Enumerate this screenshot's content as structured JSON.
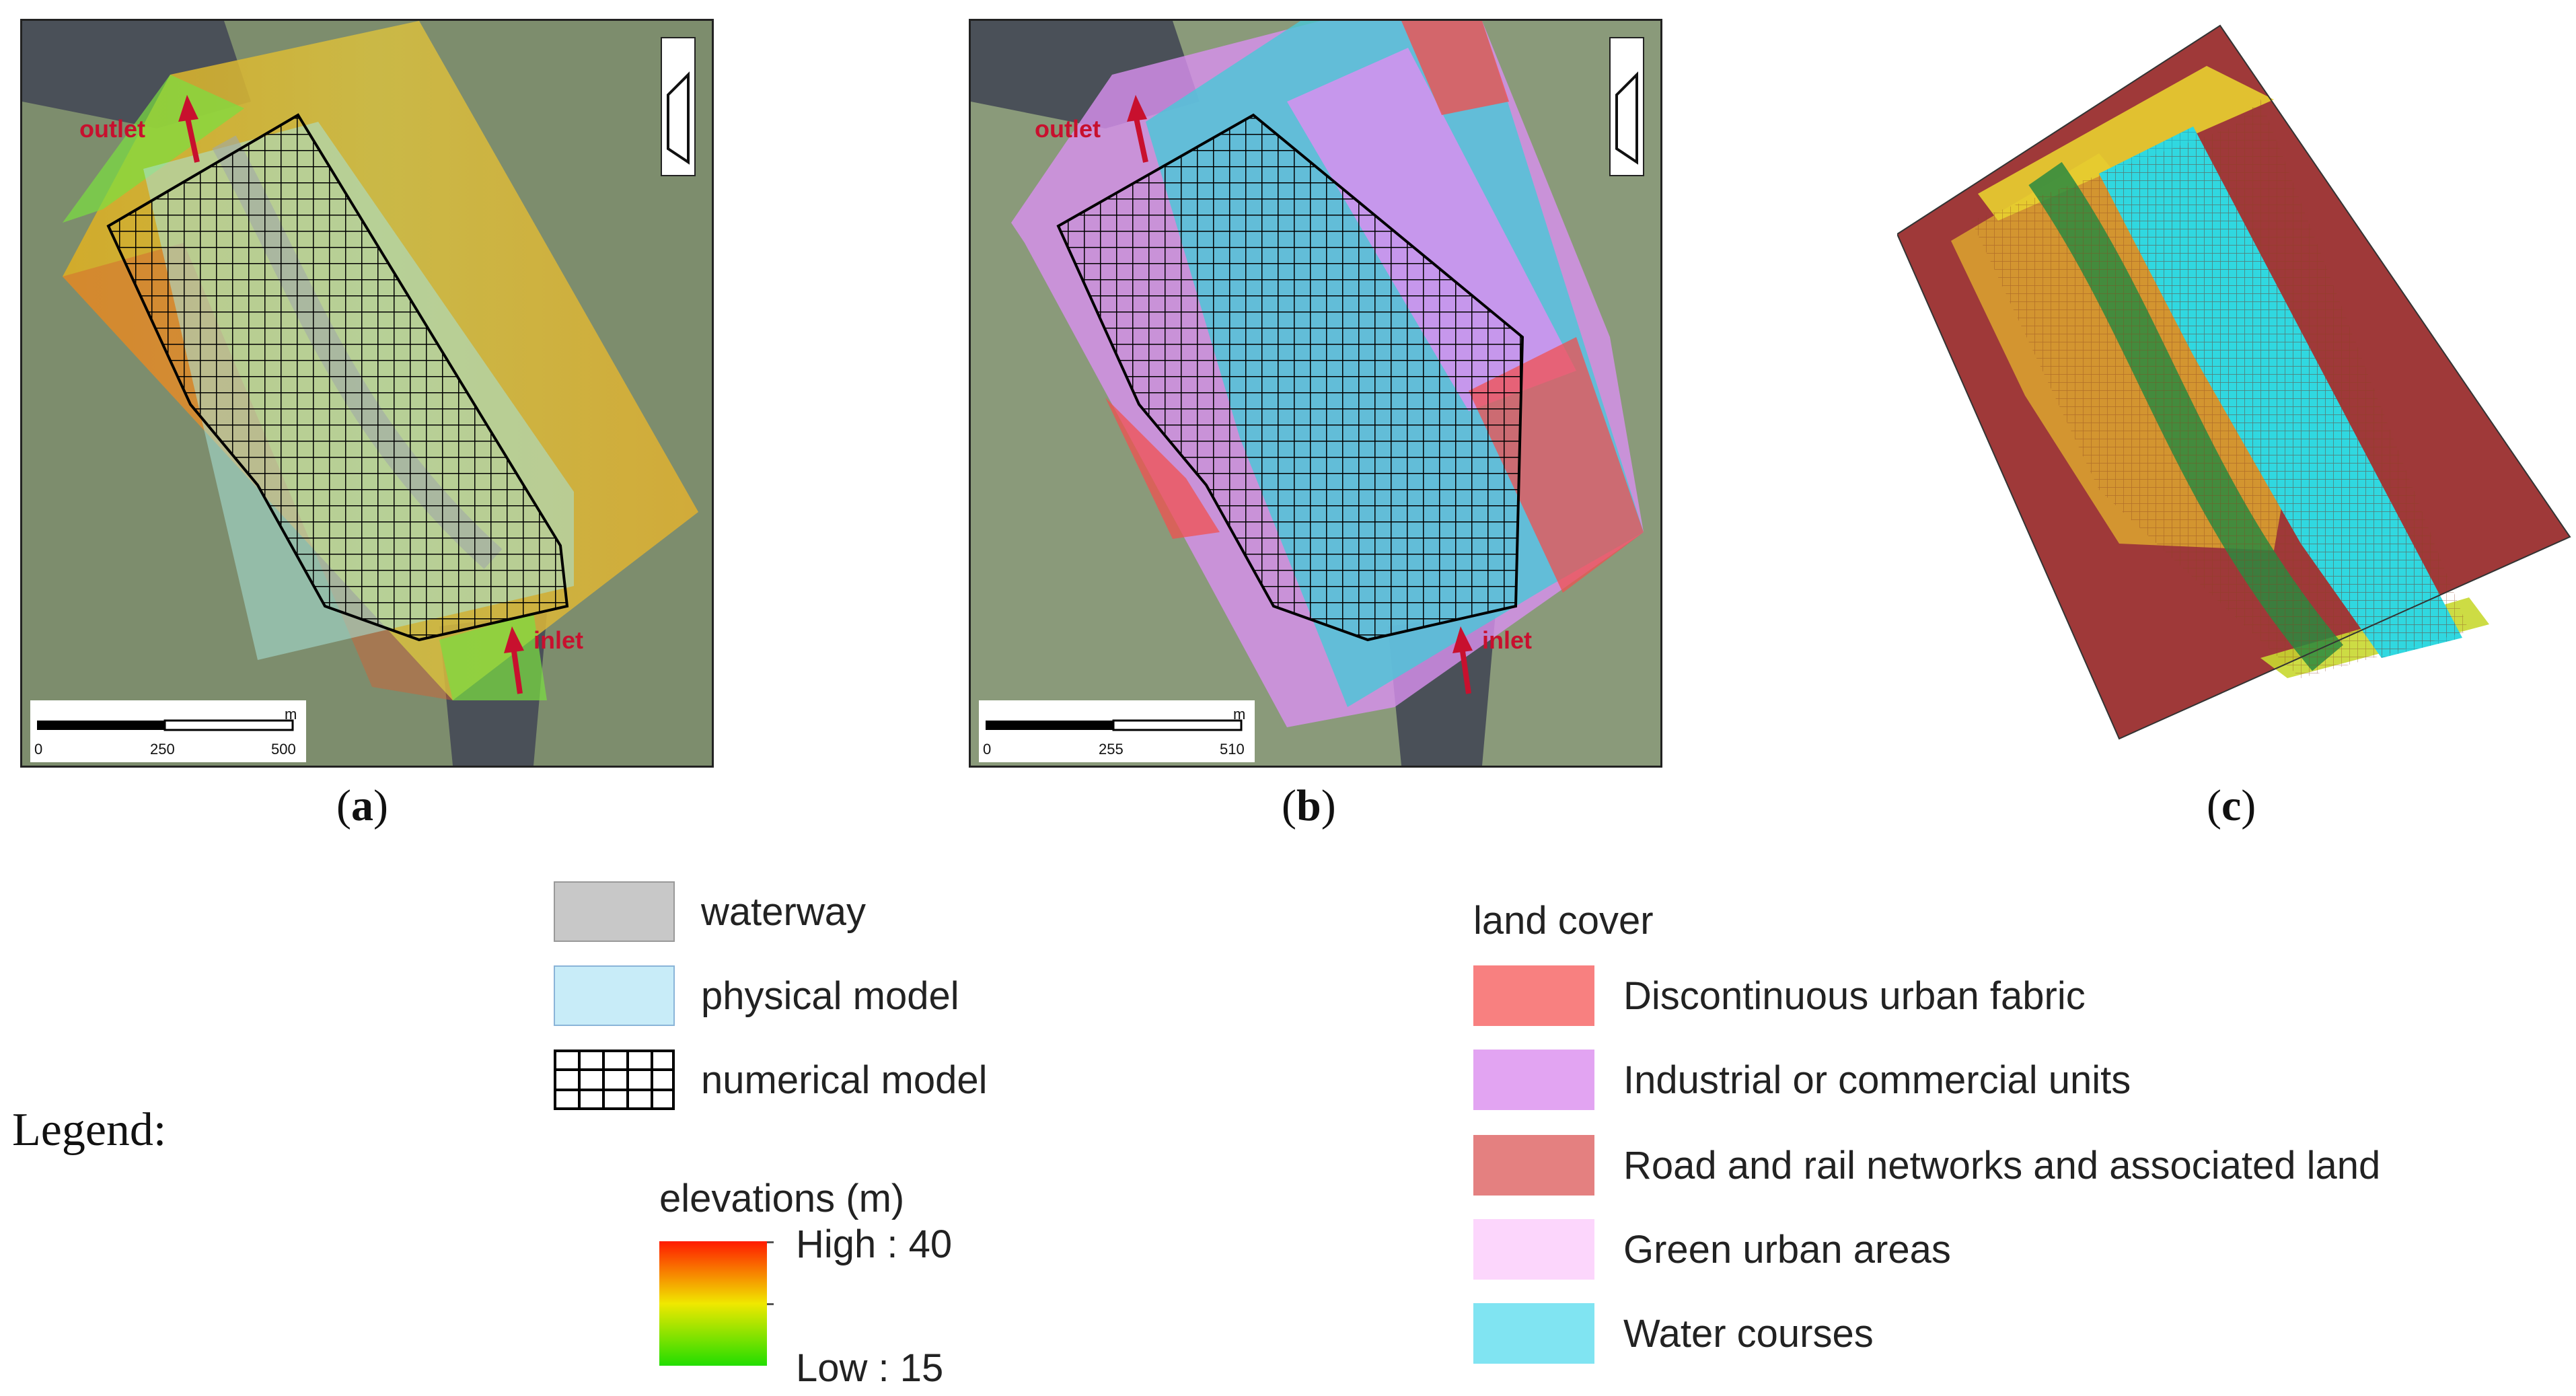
{
  "panels": {
    "a": {
      "label": "a",
      "outlet_label": "outlet",
      "inlet_label": "inlet",
      "scale_labels": [
        "0",
        "250",
        "500"
      ],
      "scale_unit": "m"
    },
    "b": {
      "label": "b",
      "outlet_label": "outlet",
      "inlet_label": "inlet",
      "scale_labels": [
        "0",
        "255",
        "510"
      ],
      "scale_unit": "m"
    },
    "c": {
      "label": "c"
    }
  },
  "legend": {
    "title": "Legend:",
    "items": [
      {
        "label": "waterway",
        "color": "#c8c8c8"
      },
      {
        "label": "physical model",
        "color": "#c8ecf8"
      },
      {
        "label": "numerical model",
        "color": "#ffffff"
      }
    ],
    "elevation": {
      "title": "elevations (m)",
      "high_label": "High : 40",
      "low_label": "Low : 15",
      "high_color": "#ff1a00",
      "mid_color": "#f0e800",
      "low_color": "#22dd00"
    },
    "land_cover": {
      "title": "land cover",
      "items": [
        {
          "label": "Discontinuous urban fabric",
          "color": "#f88080"
        },
        {
          "label": "Industrial or commercial units",
          "color": "#e2a4f2"
        },
        {
          "label": "Road and rail networks and associated land",
          "color": "#e48080"
        },
        {
          "label": "Green urban areas",
          "color": "#fcd6fc"
        },
        {
          "label": "Water courses",
          "color": "#80e4f2"
        }
      ]
    }
  }
}
